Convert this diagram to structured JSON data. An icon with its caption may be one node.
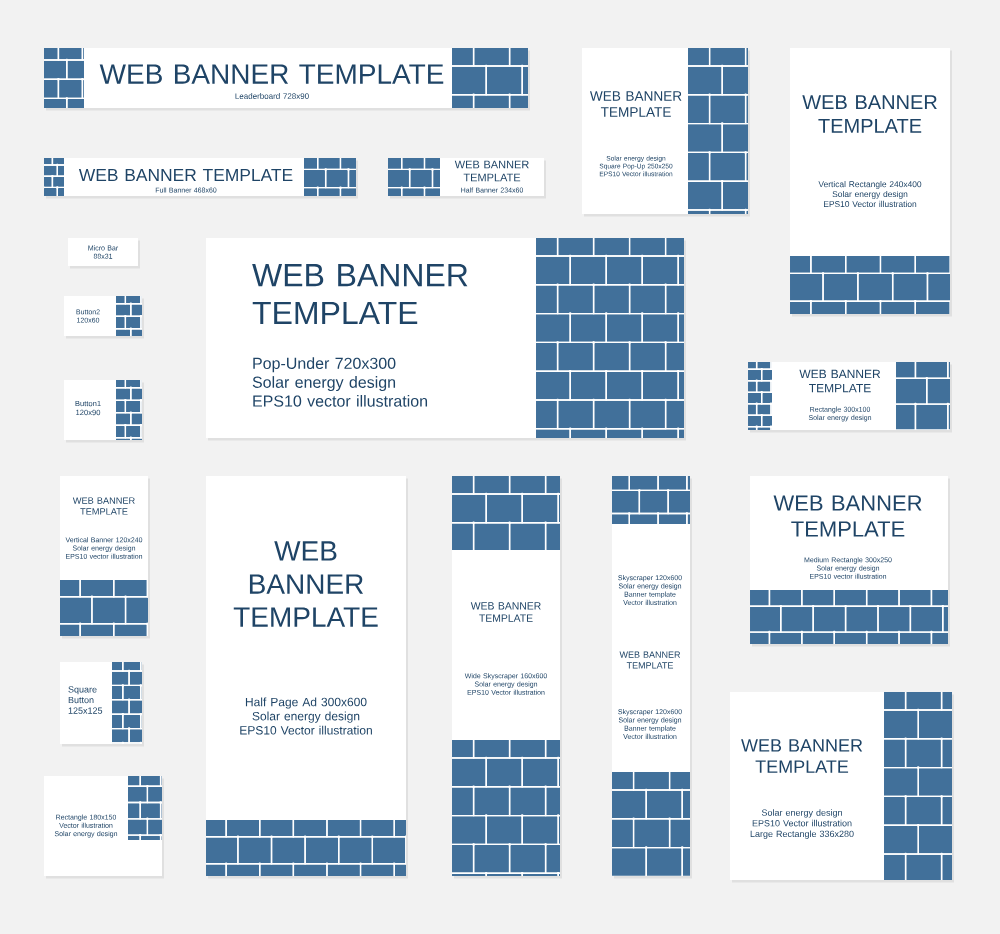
{
  "diagram": {
    "nodes": [
      {
        "text": [
          "WEB BANNER TEMPLATE",
          "Leaderboard 728x90"
        ]
      },
      {
        "text": [
          "WEB BANNER TEMPLATE",
          "Full Banner 468x60"
        ]
      },
      {
        "text": [
          "WEB BANNER TEMPLATE",
          "Half Banner 234x60"
        ]
      },
      {
        "text": [
          "WEB BANNER TEMPLATE",
          "Solar energy design Square Pop-Up 250x250 EPS10 Vector illustration"
        ]
      },
      {
        "text": [
          "WEB BANNER TEMPLATE",
          "Vertical Rectangle 240x400 Solar energy design EPS10 Vector illustration"
        ]
      },
      {
        "text": [
          "Micro Bar 88x31"
        ]
      },
      {
        "text": [
          "Button2 120x60"
        ]
      },
      {
        "text": [
          "Button1 120x90"
        ]
      },
      {
        "text": [
          "WEB BANNER TEMPLATE",
          "Pop-Under 720x300 Solar energy design EPS10 vector illustration"
        ]
      },
      {
        "text": [
          "WEB BANNER TEMPLATE",
          "Rectangle 300x100 Solar energy design"
        ]
      },
      {
        "text": [
          "WEB BANNER TEMPLATE",
          "Vertical Banner 120x240 Solar energy design EPS10 vector illustration"
        ]
      },
      {
        "text": [
          "Square Button 125x125"
        ]
      },
      {
        "text": [
          "Rectangle 180x150 Vector illustration Solar energy design"
        ]
      },
      {
        "text": [
          "WEB BANNER TEMPLATE",
          "Half Page Ad 300x600 Solar energy design EPS10 Vector illustration"
        ]
      },
      {
        "text": [
          "WEB BANNER TEMPLATE",
          "Wide Skyscraper 160x600 Solar energy design EPS10 Vector illustration"
        ]
      },
      {
        "text": [
          "Skyscraper 120x600 Solar energy design Banner template Vector illustration",
          "WEB BANNER TEMPLATE",
          "Skyscraper 120x600 Solar energy design Banner template Vector illustration"
        ]
      },
      {
        "text": [
          "WEB BANNER TEMPLATE",
          "Medium Rectangle 300x250 Solar energy design EPS10 vector illustration"
        ]
      },
      {
        "text": [
          "WEB BANNER TEMPLATE",
          "Solar energy design EPS10 Vector illustration Large Rectangle 336x280"
        ]
      }
    ]
  }
}
